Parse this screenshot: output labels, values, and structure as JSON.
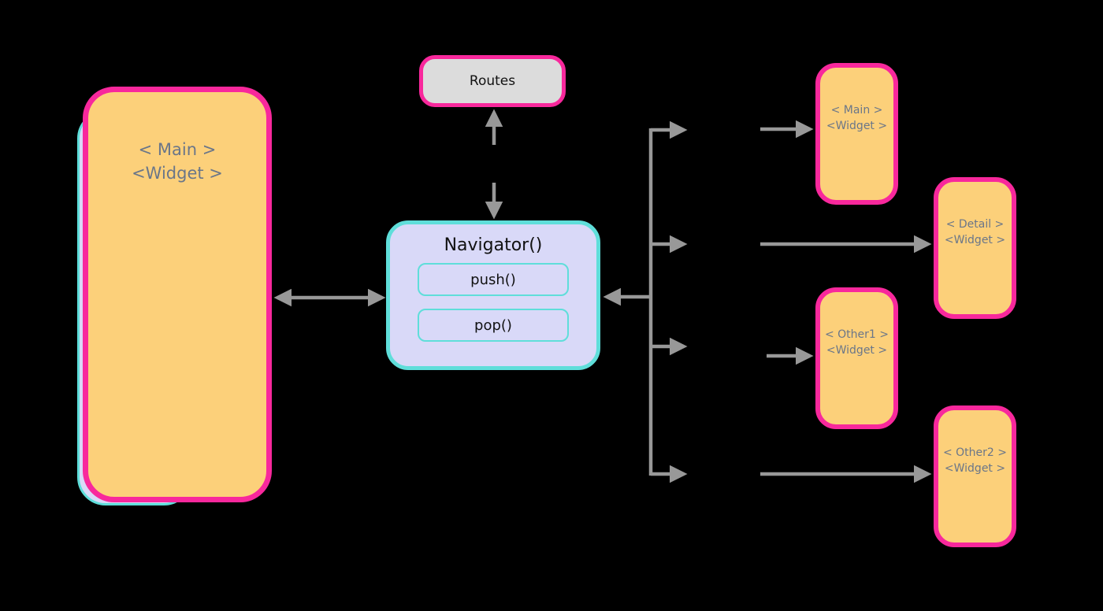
{
  "diagram": {
    "title": "Flutter Navigator routing diagram",
    "colors": {
      "card_fill": "#FCD07A",
      "card_border": "#F8289C",
      "card_text": "#6A7689",
      "navigator_fill": "#D9D9F8",
      "navigator_border": "#5FDEDA",
      "routes_fill": "#DCDCDC",
      "routes_border": "#F8289C",
      "arrow": "#989898",
      "dark_text": "#111111"
    },
    "nodes": {
      "main_screen": {
        "line1": "< Main >",
        "line2": "<Widget >"
      },
      "routes": {
        "label": "Routes"
      },
      "navigator": {
        "title": "Navigator()",
        "methods": [
          {
            "label": "push()"
          },
          {
            "label": "pop()"
          }
        ]
      },
      "route_main": {
        "line1": "< Main >",
        "line2": "<Widget >"
      },
      "route_detail": {
        "line1": "< Detail >",
        "line2": "<Widget >"
      },
      "route_other1": {
        "line1": "< Other1 >",
        "line2": "<Widget >"
      },
      "route_other2": {
        "line1": "< Other2 >",
        "line2": "<Widget >"
      }
    }
  }
}
